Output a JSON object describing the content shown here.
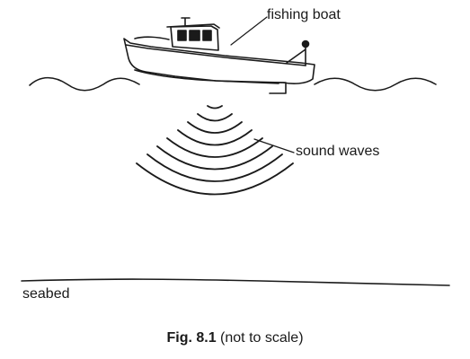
{
  "labels": {
    "boat": "fishing boat",
    "waves": "sound waves",
    "seabed": "seabed"
  },
  "caption": {
    "figure": "Fig. 8.1",
    "note": "(not to scale)"
  }
}
